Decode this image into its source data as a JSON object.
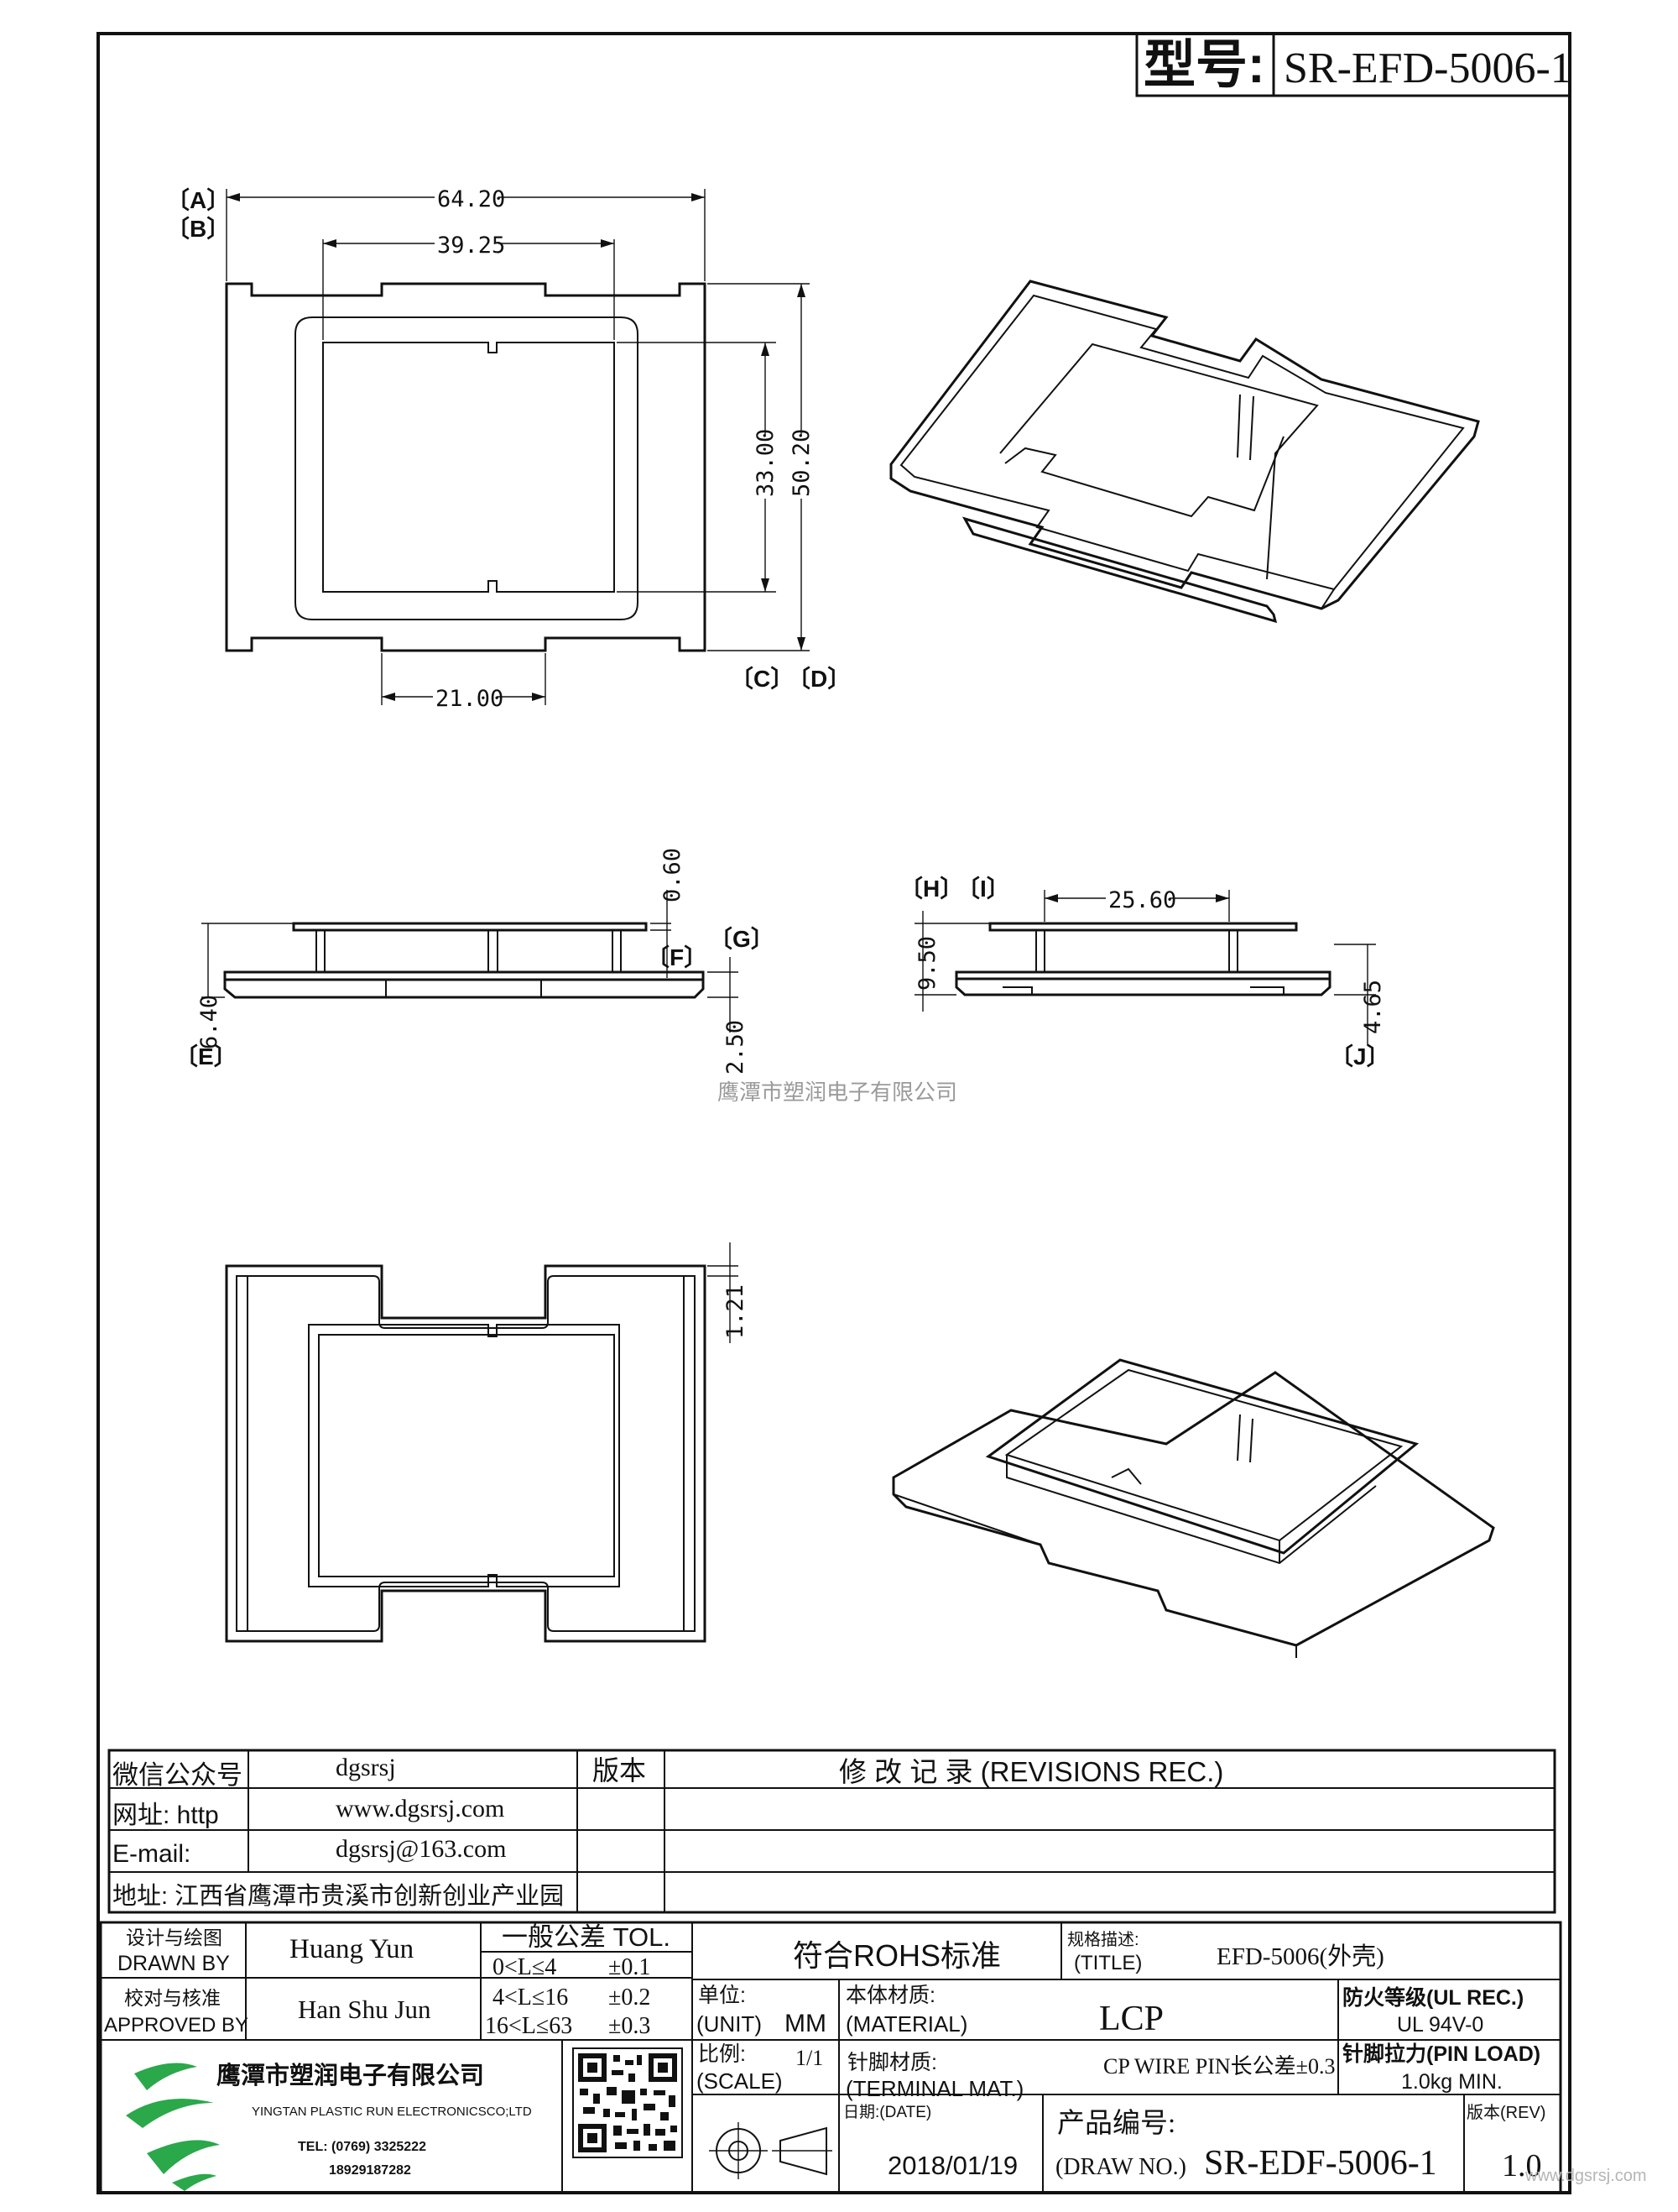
{
  "header": {
    "model_label": "型号:",
    "model_value": "SR-EFD-5006-1"
  },
  "top_view": {
    "ref_a": "〔A〕",
    "ref_b": "〔B〕",
    "ref_c": "〔C〕",
    "ref_d": "〔D〕",
    "dim_64_20": "64.20",
    "dim_39_25": "39.25",
    "dim_33_00": "33.00",
    "dim_50_20": "50.20",
    "dim_21_00": "21.00"
  },
  "front_view": {
    "ref_e": "〔E〕",
    "ref_f": "〔F〕",
    "ref_g": "〔G〕",
    "dim_0_60": "0.60",
    "dim_6_40": "6.40",
    "dim_2_50": "2.50"
  },
  "side_view": {
    "ref_h": "〔H〕",
    "ref_i": "〔I〕",
    "ref_j": "〔J〕",
    "dim_25_60": "25.60",
    "dim_9_50": "9.50",
    "dim_4_65": "4.65"
  },
  "bottom_view": {
    "dim_1_21": "1.21"
  },
  "watermark": "鹰潭市塑润电子有限公司",
  "corner_watermark": "www.dgsrsj.com",
  "contact_table": {
    "wechat_label": "微信公众号",
    "wechat_value": "dgsrsj",
    "web_label": "网址: http",
    "web_value": "www.dgsrsj.com",
    "email_label": "E-mail:",
    "email_value": "dgsrsj@163.com",
    "address": "地址: 江西省鹰潭市贵溪市创新创业产业园",
    "version_header": "版本",
    "revisions_header": "修 改 记 录 (REVISIONS REC.)"
  },
  "title_block": {
    "drawn_by_cn": "设计与绘图",
    "drawn_by_en": "DRAWN BY",
    "drawn_by_name": "Huang Yun",
    "approved_by_cn": "校对与核准",
    "approved_by_en": "APPROVED BY",
    "approved_by_name": "Han Shu Jun",
    "tolerance_header": "一般公差 TOL.",
    "tol_row1_range": "0<L≤4",
    "tol_row1_value": "±0.1",
    "tol_row2_range": "4<L≤16",
    "tol_row2_value": "±0.2",
    "tol_row3_range": "16<L≤63",
    "tol_row3_value": "±0.3",
    "rohs": "符合ROHS标准",
    "title_cn": "规格描述:",
    "title_en": "(TITLE)",
    "title_value": "EFD-5006(外壳)",
    "unit_cn": "单位:",
    "unit_en": "(UNIT)",
    "unit_value": "MM",
    "material_cn": "本体材质:",
    "material_en": "(MATERIAL)",
    "material_value": "LCP",
    "ul_cn": "防火等级(UL REC.)",
    "ul_value": "UL 94V-0",
    "scale_cn": "比例:",
    "scale_en": "(SCALE)",
    "scale_value": "1/1",
    "terminal_cn": "针脚材质:",
    "terminal_en": "(TERMINAL MAT.)",
    "terminal_value": "CP WIRE  PIN长公差±0.3",
    "pin_load_cn": "针脚拉力(PIN LOAD)",
    "pin_load_value": "1.0kg MIN.",
    "date_label": "日期:(DATE)",
    "date_value": "2018/01/19",
    "draw_no_cn": "产品编号:",
    "draw_no_en": "(DRAW NO.)",
    "draw_no_value": "SR-EDF-5006-1",
    "rev_label": "版本(REV)",
    "rev_value": "1.0",
    "company_cn": "鹰潭市塑润电子有限公司",
    "company_en": "YINGTAN PLASTIC RUN ELECTRONICSCO;LTD",
    "company_tel": "TEL: (0769) 3325222",
    "company_mobile": "18929187282"
  }
}
